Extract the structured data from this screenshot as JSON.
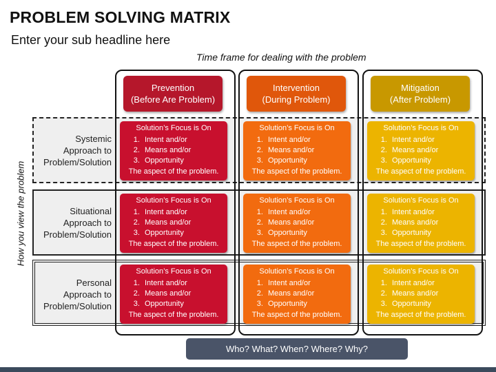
{
  "title": "PROBLEM SOLVING MATRIX",
  "subtitle": "Enter your sub headline here",
  "timeframe_label": "Time frame for dealing with the problem",
  "vertical_label": "How you view the problem",
  "columns": [
    {
      "line1": "Prevention",
      "line2": "(Before Are Problem)",
      "color": "#b5172b"
    },
    {
      "line1": "Intervention",
      "line2": "(During Problem)",
      "color": "#e0570b"
    },
    {
      "line1": "Mitigation",
      "line2": "(After Problem)",
      "color": "#c89800"
    }
  ],
  "rows": [
    {
      "line1": "Systemic",
      "line2": "Approach to",
      "line3": "Problem/Solution"
    },
    {
      "line1": "Situational",
      "line2": "Approach to",
      "line3": "Problem/Solution"
    },
    {
      "line1": "Personal",
      "line2": "Approach to",
      "line3": "Problem/Solution"
    }
  ],
  "cell": {
    "focus": "Solution’s Focus is On",
    "items": [
      "Intent and/or",
      "Means and/or",
      "Opportunity"
    ],
    "aspect": "The aspect of the problem."
  },
  "cell_colors": [
    "#c8102e",
    "#f26b0f",
    "#ecb400"
  ],
  "bottom_bar": "Who? What? When? Where? Why?"
}
